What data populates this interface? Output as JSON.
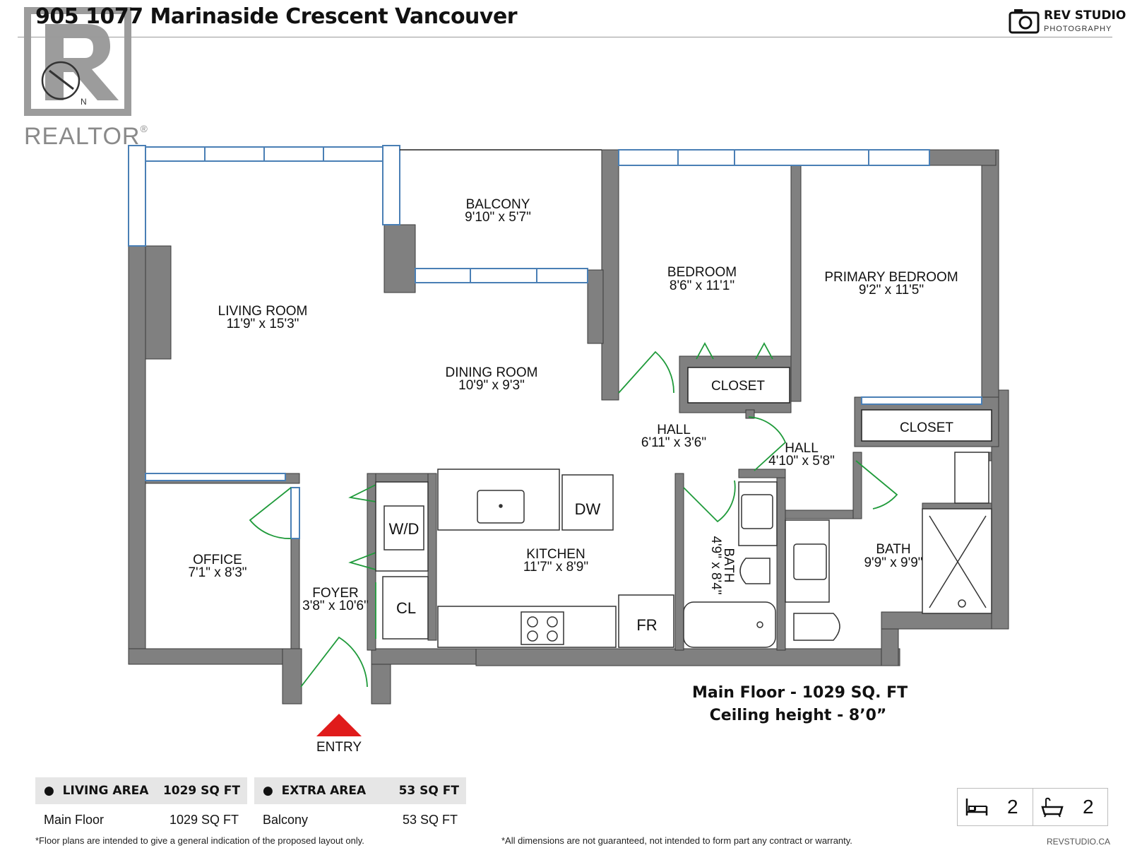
{
  "header": {
    "title": "905 1077 Marinaside Crescent Vancouver"
  },
  "brand": {
    "name": "REV STUDIO",
    "subtitle": "PHOTOGRAPHY"
  },
  "watermark": {
    "word": "REALTOR",
    "mark": "®"
  },
  "rooms": {
    "balcony": {
      "name": "BALCONY",
      "size": "9'10\" x 5'7\""
    },
    "living": {
      "name": "LIVING ROOM",
      "size": "11'9\" x 15'3\""
    },
    "dining": {
      "name": "DINING ROOM",
      "size": "10'9\" x 9'3\""
    },
    "bedroom": {
      "name": "BEDROOM",
      "size": "8'6\" x 11'1\""
    },
    "primary": {
      "name": "PRIMARY BEDROOM",
      "size": "9'2\" x 11'5\""
    },
    "closet1": {
      "name": "CLOSET"
    },
    "closet2": {
      "name": "CLOSET"
    },
    "hall1": {
      "name": "HALL",
      "size": "6'11\" x 3'6\""
    },
    "hall2": {
      "name": "HALL",
      "size": "4'10\" x 5'8\""
    },
    "office": {
      "name": "OFFICE",
      "size": "7'1\" x 8'3\""
    },
    "foyer": {
      "name": "FOYER",
      "size": "3'8\" x 10'6\""
    },
    "kitchen": {
      "name": "KITCHEN",
      "size": "11'7\" x 8'9\""
    },
    "bath1": {
      "name": "BATH",
      "size": "4'9\" x 8'4\""
    },
    "bath2": {
      "name": "BATH",
      "size": "9'9\" x 9'9\""
    }
  },
  "fixtures": {
    "wd": "W/D",
    "dw": "DW",
    "cl": "CL",
    "fr": "FR"
  },
  "floor_info": {
    "line1": "Main Floor - 1029 SQ. FT",
    "line2": "Ceiling height - 8’0”"
  },
  "entry": {
    "label": "ENTRY"
  },
  "living_area": {
    "heading": "LIVING AREA",
    "total": "1029 SQ FT",
    "row_label": "Main Floor",
    "row_value": "1029 SQ FT"
  },
  "extra_area": {
    "heading": "EXTRA AREA",
    "total": "53 SQ FT",
    "row_label": "Balcony",
    "row_value": "53 SQ FT"
  },
  "counts": {
    "bedrooms": "2",
    "baths": "2"
  },
  "footer": {
    "note_left": "*Floor plans are intended to give a general indication of the proposed layout only.",
    "note_right": "*All dimensions are not guaranteed, not intended to form part any contract or warranty.",
    "site": "REVSTUDIO.CA"
  },
  "colors": {
    "wall": "#808080",
    "window": "#4a7fb5",
    "door": "#1f9a3a",
    "entry_arrow": "#e01b1b"
  }
}
